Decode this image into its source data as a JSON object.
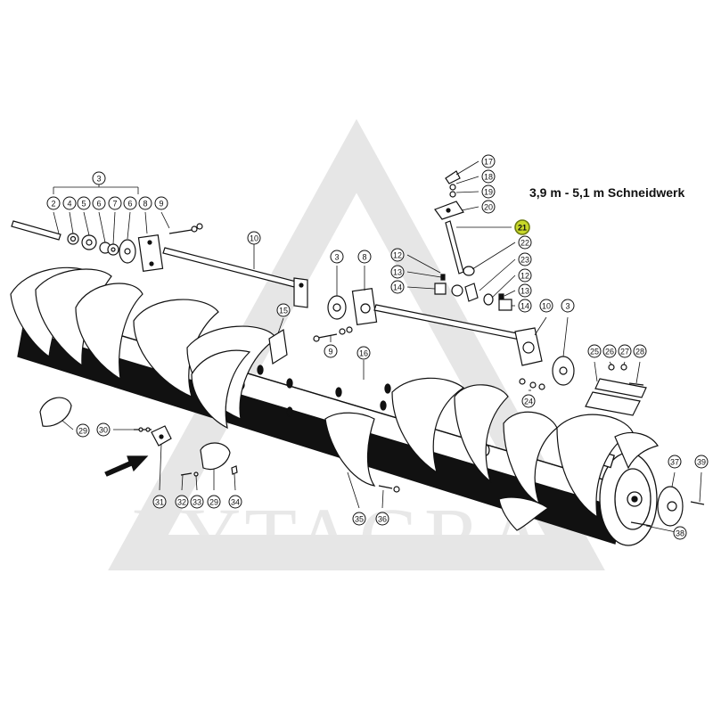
{
  "title": "3,9 m - 5,1 m Schneidwerk",
  "watermark": "LYTAGRA",
  "highlight_color": "#c8d82a",
  "callouts": [
    {
      "id": "c3a",
      "label": "3"
    },
    {
      "id": "c2",
      "label": "2"
    },
    {
      "id": "c4",
      "label": "4"
    },
    {
      "id": "c5",
      "label": "5"
    },
    {
      "id": "c6a",
      "label": "6"
    },
    {
      "id": "c7",
      "label": "7"
    },
    {
      "id": "c6b",
      "label": "6"
    },
    {
      "id": "c8a",
      "label": "8"
    },
    {
      "id": "c9a",
      "label": "9"
    },
    {
      "id": "c10a",
      "label": "10"
    },
    {
      "id": "c3b",
      "label": "3"
    },
    {
      "id": "c8b",
      "label": "8"
    },
    {
      "id": "c15",
      "label": "15"
    },
    {
      "id": "c9b",
      "label": "9"
    },
    {
      "id": "c16",
      "label": "16"
    },
    {
      "id": "c17",
      "label": "17"
    },
    {
      "id": "c18",
      "label": "18"
    },
    {
      "id": "c19",
      "label": "19"
    },
    {
      "id": "c20",
      "label": "20"
    },
    {
      "id": "c21",
      "label": "21",
      "highlight": true
    },
    {
      "id": "c22",
      "label": "22"
    },
    {
      "id": "c23",
      "label": "23"
    },
    {
      "id": "c12a",
      "label": "12"
    },
    {
      "id": "c13a",
      "label": "13"
    },
    {
      "id": "c14a",
      "label": "14"
    },
    {
      "id": "c12b",
      "label": "12"
    },
    {
      "id": "c13b",
      "label": "13"
    },
    {
      "id": "c14b",
      "label": "14"
    },
    {
      "id": "c10b",
      "label": "10"
    },
    {
      "id": "c3c",
      "label": "3"
    },
    {
      "id": "c24",
      "label": "24"
    },
    {
      "id": "c25",
      "label": "25"
    },
    {
      "id": "c26",
      "label": "26"
    },
    {
      "id": "c27",
      "label": "27"
    },
    {
      "id": "c28",
      "label": "28"
    },
    {
      "id": "c29a",
      "label": "29"
    },
    {
      "id": "c30",
      "label": "30"
    },
    {
      "id": "c31",
      "label": "31"
    },
    {
      "id": "c32",
      "label": "32"
    },
    {
      "id": "c33",
      "label": "33"
    },
    {
      "id": "c29b",
      "label": "29"
    },
    {
      "id": "c34",
      "label": "34"
    },
    {
      "id": "c35",
      "label": "35"
    },
    {
      "id": "c36",
      "label": "36"
    },
    {
      "id": "c37",
      "label": "37"
    },
    {
      "id": "c38",
      "label": "38"
    },
    {
      "id": "c39",
      "label": "39"
    }
  ]
}
